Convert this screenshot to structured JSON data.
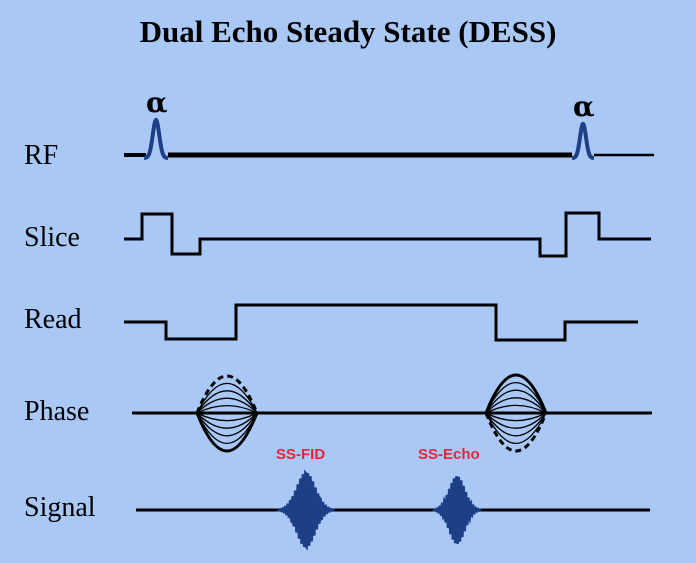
{
  "title": "Dual Echo Steady State (DESS)",
  "rows": {
    "rf": "RF",
    "slice": "Slice",
    "read": "Read",
    "phase": "Phase",
    "signal": "Signal"
  },
  "flip_angle_symbol": "α",
  "signal_labels": {
    "fid": "SS-FID",
    "echo": "SS-Echo"
  },
  "colors": {
    "background": "#a9c8f5",
    "line": "#000000",
    "pulse": "#1d3f86",
    "signal_label": "#e8243c"
  }
}
